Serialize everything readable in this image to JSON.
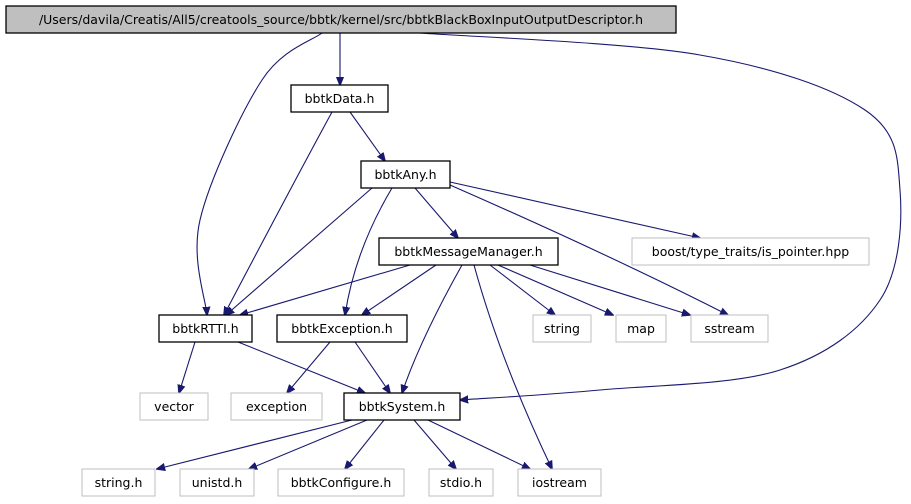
{
  "diagram": {
    "nodes": [
      {
        "id": "root",
        "label": "/Users/davila/Creatis/All5/creatools_source/bbtk/kernel/src/bbtkBlackBoxInputOutputDescriptor.h",
        "style": "root"
      },
      {
        "id": "data",
        "label": "bbtkData.h",
        "style": "internal"
      },
      {
        "id": "any",
        "label": "bbtkAny.h",
        "style": "internal"
      },
      {
        "id": "msg",
        "label": "bbtkMessageManager.h",
        "style": "internal"
      },
      {
        "id": "boost",
        "label": "boost/type_traits/is_pointer.hpp",
        "style": "external"
      },
      {
        "id": "rtti",
        "label": "bbtkRTTI.h",
        "style": "internal"
      },
      {
        "id": "exc",
        "label": "bbtkException.h",
        "style": "internal"
      },
      {
        "id": "string",
        "label": "string",
        "style": "external"
      },
      {
        "id": "map",
        "label": "map",
        "style": "external"
      },
      {
        "id": "sstream",
        "label": "sstream",
        "style": "external"
      },
      {
        "id": "vector",
        "label": "vector",
        "style": "external"
      },
      {
        "id": "exception",
        "label": "exception",
        "style": "external"
      },
      {
        "id": "system",
        "label": "bbtkSystem.h",
        "style": "internal"
      },
      {
        "id": "stringh",
        "label": "string.h",
        "style": "external"
      },
      {
        "id": "unistd",
        "label": "unistd.h",
        "style": "external"
      },
      {
        "id": "config",
        "label": "bbtkConfigure.h",
        "style": "external"
      },
      {
        "id": "stdio",
        "label": "stdio.h",
        "style": "external"
      },
      {
        "id": "iostream",
        "label": "iostream",
        "style": "external"
      }
    ],
    "edges": [
      [
        "root",
        "data"
      ],
      [
        "root",
        "rtti"
      ],
      [
        "root",
        "system"
      ],
      [
        "data",
        "any"
      ],
      [
        "data",
        "rtti"
      ],
      [
        "any",
        "msg"
      ],
      [
        "any",
        "boost"
      ],
      [
        "any",
        "rtti"
      ],
      [
        "any",
        "exc"
      ],
      [
        "any",
        "sstream"
      ],
      [
        "msg",
        "rtti"
      ],
      [
        "msg",
        "exc"
      ],
      [
        "msg",
        "string"
      ],
      [
        "msg",
        "map"
      ],
      [
        "msg",
        "sstream"
      ],
      [
        "msg",
        "system"
      ],
      [
        "msg",
        "iostream"
      ],
      [
        "rtti",
        "vector"
      ],
      [
        "rtti",
        "system"
      ],
      [
        "exc",
        "exception"
      ],
      [
        "exc",
        "system"
      ],
      [
        "system",
        "stringh"
      ],
      [
        "system",
        "unistd"
      ],
      [
        "system",
        "config"
      ],
      [
        "system",
        "stdio"
      ],
      [
        "system",
        "iostream"
      ]
    ],
    "colors": {
      "edge": "#191970",
      "root_fill": "#bfbfbf",
      "root_border": "#000000",
      "internal_border": "#000000",
      "external_border": "#bfbfbf",
      "node_fill": "#ffffff"
    }
  }
}
